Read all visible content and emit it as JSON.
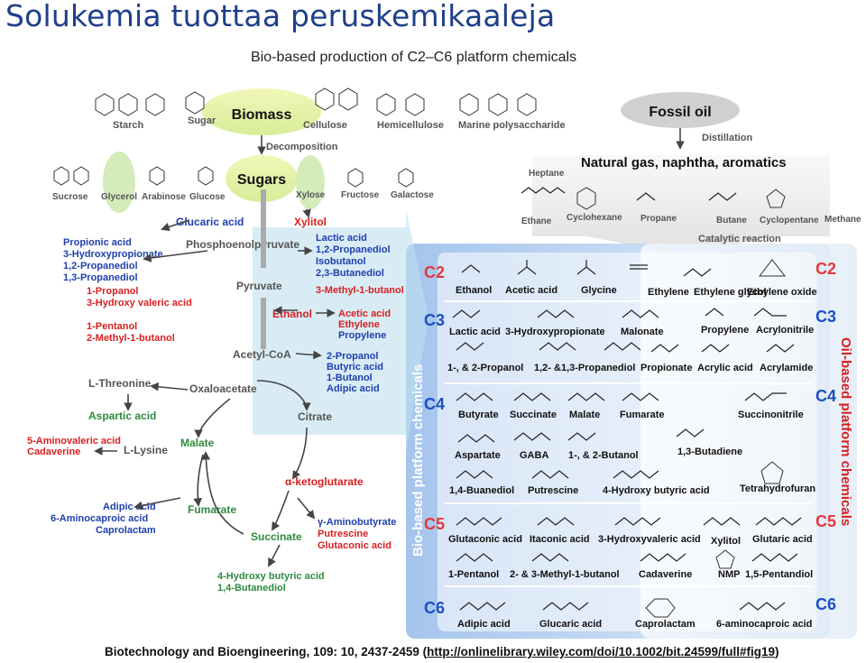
{
  "slide_title": "Solukemia tuottaa peruskemikaaleja",
  "figure_title": "Bio-based production of C2–C6 platform chemicals",
  "caption_text": "Biotechnology and Bioengineering, 109: 10, 2437-2459 (",
  "caption_link": "http://onlinelibrary.wiley.com/doi/10.1002/bit.24599/full#fig19",
  "caption_end": ")",
  "top": {
    "starch": "Starch",
    "sugar": "Sugar",
    "biomass": "Biomass",
    "cellulose": "Cellulose",
    "hemicellulose": "Hemicellulose",
    "marine": "Marine polysaccharide",
    "decomposition": "Decomposition",
    "sugars": "Sugars",
    "sucrose": "Sucrose",
    "glycerol": "Glycerol",
    "arabinose": "Arabinose",
    "glucose": "Glucose",
    "xylose": "Xylose",
    "fructose": "Fructose",
    "galactose": "Galactose",
    "fossil_oil": "Fossil oil",
    "distillation": "Distillation",
    "natural_gas": "Natural gas, naphtha, aromatics",
    "heptane": "Heptane",
    "ethane": "Ethane",
    "cyclohexane": "Cyclohexane",
    "propane": "Propane",
    "butane": "Butane",
    "cyclopentane": "Cyclopentane",
    "methane": "Methane",
    "catalytic": "Catalytic reaction"
  },
  "pathway": {
    "glucaric": "Glucaric acid",
    "xylitol": "Xylitol",
    "left_list": [
      "Propionic acid",
      "3-Hydroxypropionate",
      "1,2-Propanediol",
      "1,3-Propanediol"
    ],
    "pep": "Phosphoenolpyruvate",
    "right_list": [
      "Lactic acid",
      "1,2-Propanediol",
      "Isobutanol",
      "2,3-Butanediol",
      "3-Methyl-1-butanol"
    ],
    "pyruvate": "Pyruvate",
    "ethanol": "Ethanol",
    "left2": [
      "1-Propanol",
      "3-Hydroxy valeric acid",
      "1-Pentanol",
      "2-Methyl-1-butanol"
    ],
    "acetic_list": [
      "Acetic acid",
      "Ethylene",
      "Propylene"
    ],
    "acetyl": "Acetyl-CoA",
    "prop_list": [
      "2-Propanol",
      "Butyric acid",
      "1-Butanol",
      "Adipic acid"
    ],
    "threonine": "L-Threonine",
    "oxaloacetate": "Oxaloacetate",
    "citrate": "Citrate",
    "aspartic": "Aspartic acid",
    "amino": "5-Aminovaleric acid",
    "cadaverine": "Cadaverine",
    "lysine": "L-Lysine",
    "malate": "Malate",
    "kg": "α-ketoglutarate",
    "adipic_list": [
      "Adipic acid",
      "6-Aminocaproic acid",
      "Caprolactam"
    ],
    "fumarate": "Fumarate",
    "gaba_list": [
      "γ-Aminobutyrate",
      "Putrescine",
      "Glutaconic acid"
    ],
    "succinate": "Succinate",
    "hba_list": [
      "4-Hydroxy butyric acid",
      "1,4-Butanediol"
    ]
  },
  "bio_band": "Bio-based platform chemicals",
  "oil_band": "Oil-based platform chemicals",
  "levels": {
    "c2": "C2",
    "c3": "C3",
    "c4": "C4",
    "c5": "C5",
    "c6": "C6"
  },
  "bio": {
    "c2": [
      "Ethanol",
      "Acetic acid",
      "Glycine"
    ],
    "c3a": [
      "Lactic acid",
      "3-Hydroxypropionate",
      "Malonate"
    ],
    "c3b": [
      "1-, & 2-Propanol",
      "1,2- &1,3-Propanediol",
      "Propionate"
    ],
    "c4a": [
      "Butyrate",
      "Succinate",
      "Malate",
      "Fumarate"
    ],
    "c4b": [
      "Aspartate",
      "GABA",
      "1-, & 2-Butanol"
    ],
    "c4c": [
      "1,4-Buanediol",
      "Putrescine",
      "4-Hydroxy butyric acid"
    ],
    "c5a": [
      "Glutaconic acid",
      "Itaconic acid",
      "3-Hydroxyvaleric acid",
      "Xylitol"
    ],
    "c5b": [
      "1-Pentanol",
      "2- & 3-Methyl-1-butanol",
      "Cadaverine",
      "NMP"
    ],
    "c6": [
      "Adipic acid",
      "Glucaric acid",
      "Caprolactam"
    ]
  },
  "oil": {
    "c2": [
      "Ethylene",
      "Ethylene glycol",
      "Ethylene oxide"
    ],
    "c3a": [
      "Propylene",
      "Acrylonitrile"
    ],
    "c3b": [
      "Acrylic acid",
      "Acrylamide"
    ],
    "c4a": [
      "Succinonitrile"
    ],
    "c4b": [
      "1,3-Butadiene"
    ],
    "c4c": [
      "Tetrahydrofuran"
    ],
    "c5a": [
      "Glutaric acid"
    ],
    "c5b": [
      "1,5-Pentandiol"
    ],
    "c6": [
      "6-aminocaproic acid"
    ]
  },
  "colors": {
    "title_blue": "#1f3f8a",
    "blue_label": "#1f3fae",
    "red_label": "#d72020",
    "green_label": "#2f8a3f",
    "panel_blue": "#8fb6e8",
    "level_red": "#e23a3a",
    "level_blue": "#1b4fc4"
  }
}
